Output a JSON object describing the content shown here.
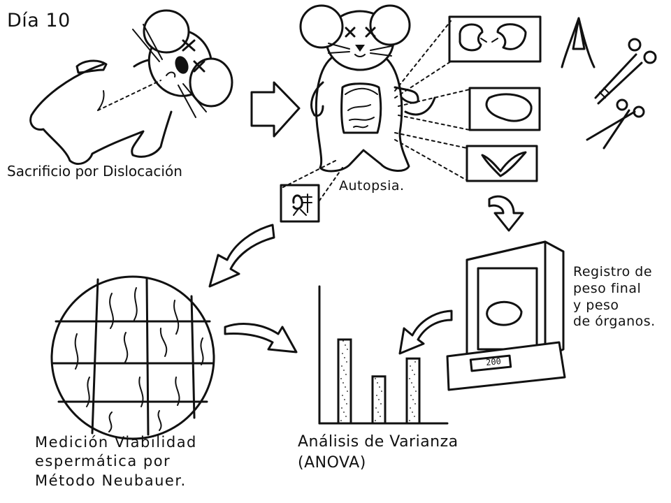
{
  "day_label": "Día 10",
  "steps": {
    "sacrifice": "Sacrificio por Dislocación",
    "autopsy": "Autopsia.",
    "weights": "Registro de\npeso final\ny peso\nde órganos.",
    "sperm_viability": "Medición Viabilidad\nespermática por\nMétodo  Neubauer.",
    "anova": "Análisis de Varianza\n(ANOVA)"
  },
  "scale_display": "200",
  "chart_data": {
    "type": "bar",
    "categories": [
      "",
      "",
      ""
    ],
    "values": [
      0.75,
      0.42,
      0.58
    ],
    "ylim": [
      0,
      1
    ]
  }
}
